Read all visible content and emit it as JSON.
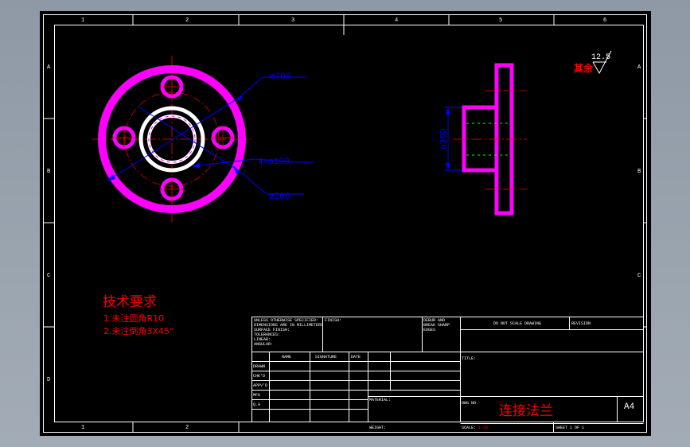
{
  "colors": {
    "background": "#000000",
    "frame": "#ffffff",
    "part": "#ff00ff",
    "hub": "#ffffff",
    "centerline": "#ff0000",
    "dimension": "#0000ff",
    "note": "#ff0000"
  },
  "border": {
    "col_labels_top": [
      "1",
      "2",
      "3",
      "4",
      "5",
      "6"
    ],
    "col_labels_bottom": [
      "1",
      "2"
    ],
    "row_labels": [
      "A",
      "B",
      "C",
      "D"
    ]
  },
  "front_view": {
    "dims": {
      "outer_dia": "ø700",
      "holes": "4xø100",
      "inner_dia": "ø200"
    }
  },
  "side_view": {
    "dim": "ø300"
  },
  "surface_finish": {
    "prefix": "其余",
    "value": "12.5"
  },
  "notes": {
    "title": "技术要求",
    "items": [
      "1.未注圆角R10",
      "2.未注倒角3X45°"
    ]
  },
  "title_block": {
    "general_notes": [
      "UNLESS OTHERWISE SPECIFIED:",
      "DIMENSIONS ARE IN MILLIMETERS",
      "SURFACE FINISH:",
      "TOLERANCES:",
      "  LINEAR:",
      "  ANGULAR:"
    ],
    "finish": "FINISH:",
    "deburr": [
      "DEBUR AND",
      "BREAK SHARP",
      "EDGES"
    ],
    "do_not_scale": "DO NOT SCALE DRAWING",
    "revision": "REVISION",
    "columns": [
      "NAME",
      "SIGNATURE",
      "DATE"
    ],
    "rows": [
      "DRAWN",
      "CHK'D",
      "APPV'D",
      "MFG",
      "Q.A"
    ],
    "title_label": "TITLE:",
    "material_label": "MATERIAL:",
    "dwg_label": "DWG NO.",
    "drawing_name": "连接法兰",
    "size": "A4",
    "weight_label": "WEIGHT:",
    "scale_label": "SCALE:",
    "scale_value": "1:10",
    "sheet": "SHEET 1 OF 1"
  }
}
